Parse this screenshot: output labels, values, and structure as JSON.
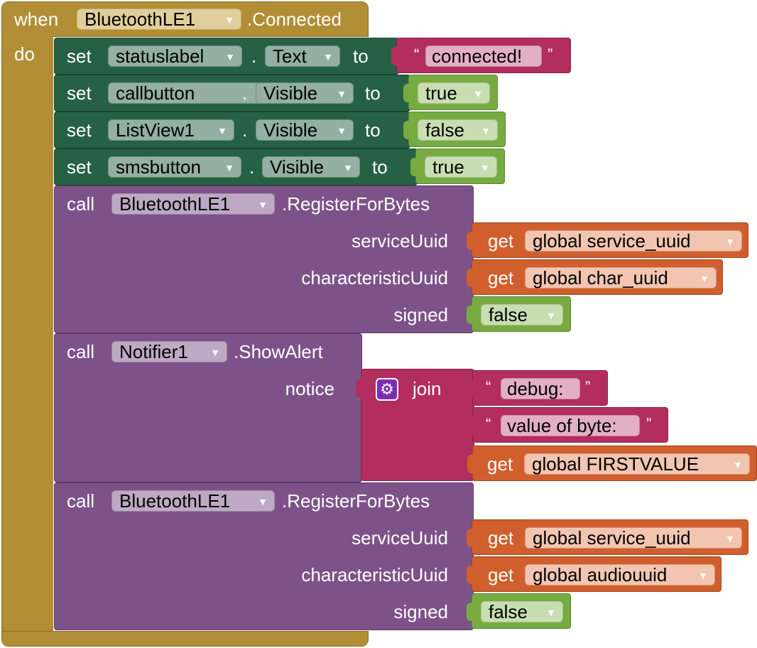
{
  "event": {
    "when_label": "when",
    "component": "BluetoothLE1",
    "event_name": ".Connected",
    "do_label": "do"
  },
  "sets": [
    {
      "keyword": "set",
      "component": "statuslabel",
      "dot": ".",
      "property": "Text",
      "to_label": "to",
      "value_type": "text",
      "value": "connected!"
    },
    {
      "keyword": "set",
      "component": "callbutton",
      "dot": ".",
      "property": "Visible",
      "to_label": "to",
      "value_type": "bool",
      "value": "true"
    },
    {
      "keyword": "set",
      "component": "ListView1",
      "dot": ".",
      "property": "Visible",
      "to_label": "to",
      "value_type": "bool",
      "value": "false"
    },
    {
      "keyword": "set",
      "component": "smsbutton",
      "dot": ".",
      "property": "Visible",
      "to_label": "to",
      "value_type": "bool",
      "value": "true"
    }
  ],
  "call1": {
    "keyword": "call",
    "component": "BluetoothLE1",
    "method": ".RegisterForBytes",
    "args": [
      {
        "name": "serviceUuid",
        "get_label": "get",
        "var": "global service_uuid"
      },
      {
        "name": "characteristicUuid",
        "get_label": "get",
        "var": "global char_uuid"
      },
      {
        "name": "signed",
        "bool": "false"
      }
    ]
  },
  "call2": {
    "keyword": "call",
    "component": "Notifier1",
    "method": ".ShowAlert",
    "arg_name": "notice",
    "join_label": "join",
    "join_items": [
      {
        "type": "text",
        "value": "debug:"
      },
      {
        "type": "text",
        "value": "value of byte:"
      },
      {
        "type": "get",
        "get_label": "get",
        "var": "global FIRSTVALUE"
      }
    ]
  },
  "call3": {
    "keyword": "call",
    "component": "BluetoothLE1",
    "method": ".RegisterForBytes",
    "args": [
      {
        "name": "serviceUuid",
        "get_label": "get",
        "var": "global service_uuid"
      },
      {
        "name": "characteristicUuid",
        "get_label": "get",
        "var": "global audiouuid"
      },
      {
        "name": "signed",
        "bool": "false"
      }
    ]
  },
  "glyphs": {
    "dropdown_arrow": "▼",
    "open_quote": "“",
    "close_quote": "”",
    "gear": "⚙"
  },
  "colors": {
    "event": "#b18e35",
    "set": "#266145",
    "call": "#7d5289",
    "text": "#b32d5e",
    "logic": "#77ab41",
    "variable": "#d05f2d"
  }
}
